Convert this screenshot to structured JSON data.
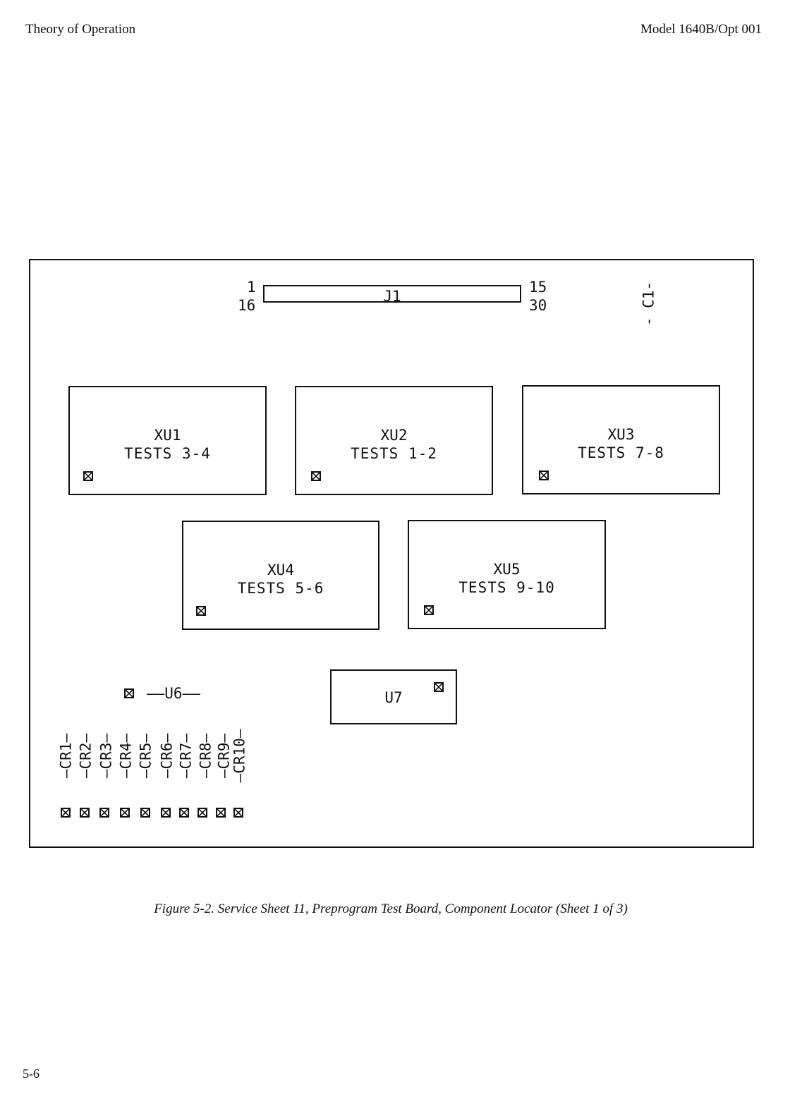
{
  "header": {
    "left": "Theory of Operation",
    "right": "Model 1640B/Opt 001"
  },
  "board": {
    "j1": {
      "name": "J1",
      "pin_top_left": "1",
      "pin_bottom_left": "16",
      "pin_top_right": "15",
      "pin_bottom_right": "30"
    },
    "c1": "- C1-",
    "sockets": [
      {
        "name": "XU1",
        "tests": "TESTS 3-4"
      },
      {
        "name": "XU2",
        "tests": "TESTS 1-2"
      },
      {
        "name": "XU3",
        "tests": "TESTS 7-8"
      },
      {
        "name": "XU4",
        "tests": "TESTS 5-6"
      },
      {
        "name": "XU5",
        "tests": "TESTS 9-10"
      }
    ],
    "u6": "——U6——",
    "u7": "U7",
    "diodes": [
      "—CR1—",
      "—CR2—",
      "—CR3—",
      "—CR4—",
      "—CR5—",
      "—CR6—",
      "—CR7—",
      "—CR8—",
      "—CR9—",
      "—CR10—"
    ]
  },
  "caption": "Figure 5-2. Service Sheet 11, Preprogram Test Board, Component Locator (Sheet 1 of 3)",
  "page_number": "5-6"
}
